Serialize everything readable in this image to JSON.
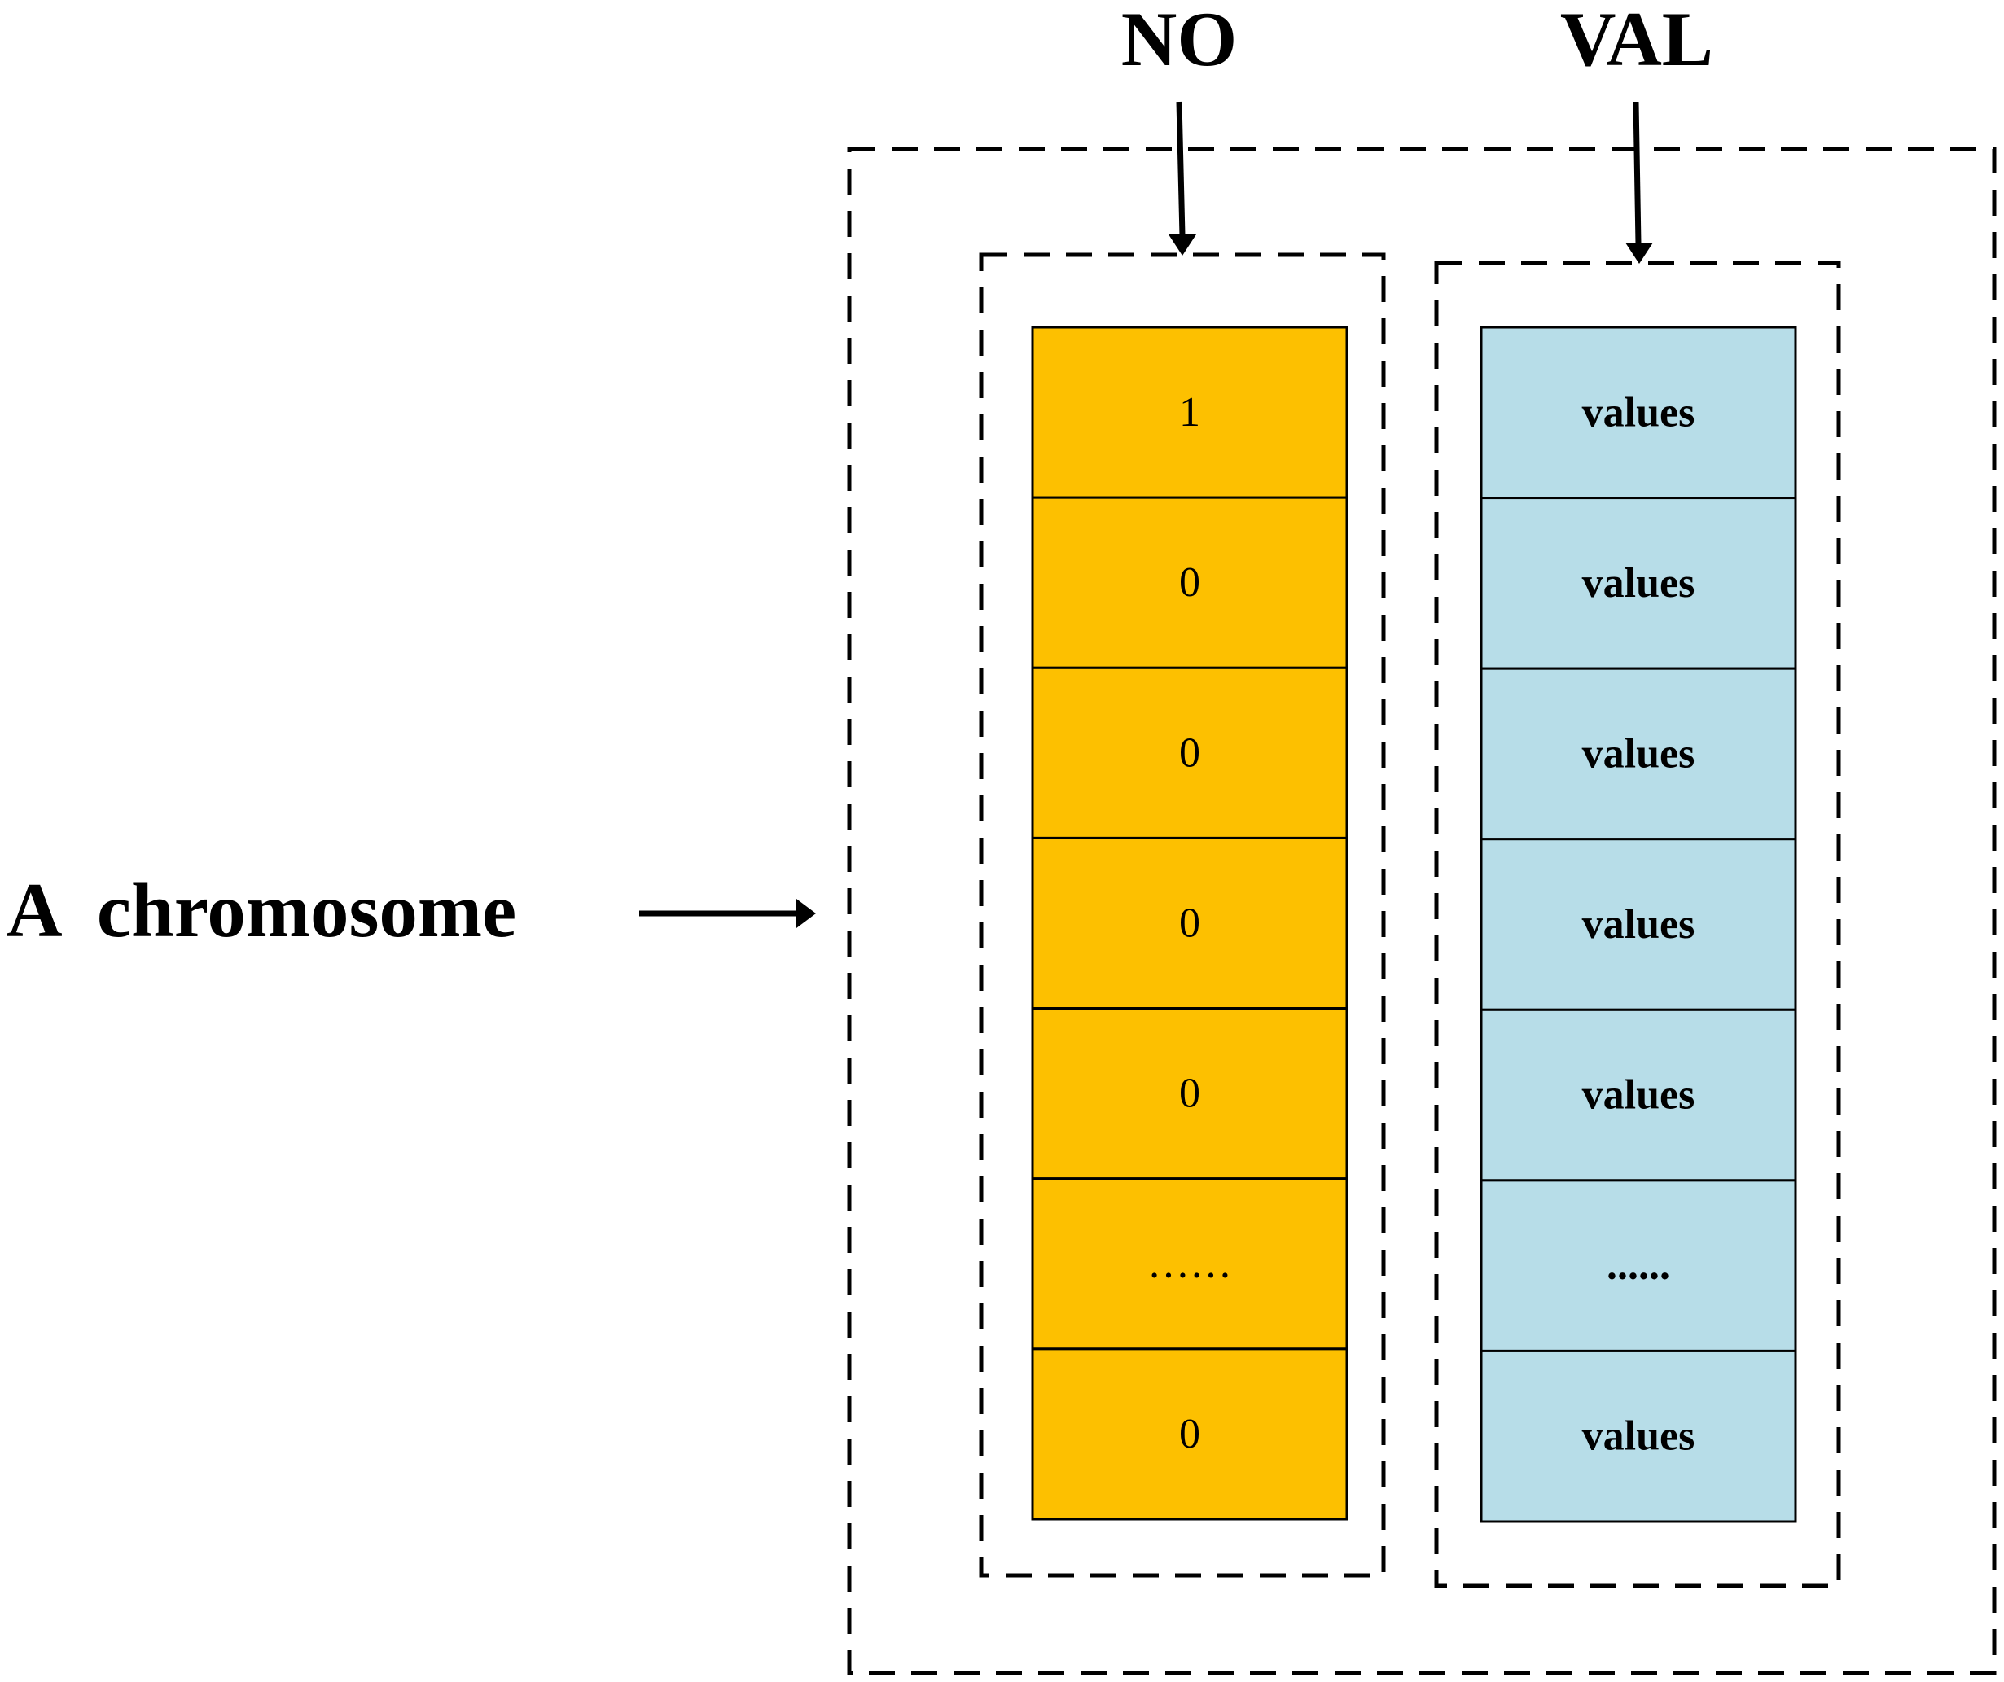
{
  "labels": {
    "chromosome": "A  chromosome",
    "no": "NO",
    "val": "VAL"
  },
  "colors": {
    "no_fill": "#FDC000",
    "val_fill": "#B7DDE8",
    "stroke": "#000000",
    "background": "#FFFFFF"
  },
  "no_column": {
    "cells": [
      "1",
      "0",
      "0",
      "0",
      "0",
      "……",
      "0"
    ]
  },
  "val_column": {
    "cells": [
      "values",
      "values",
      "values",
      "values",
      "values",
      "......",
      "values"
    ]
  }
}
